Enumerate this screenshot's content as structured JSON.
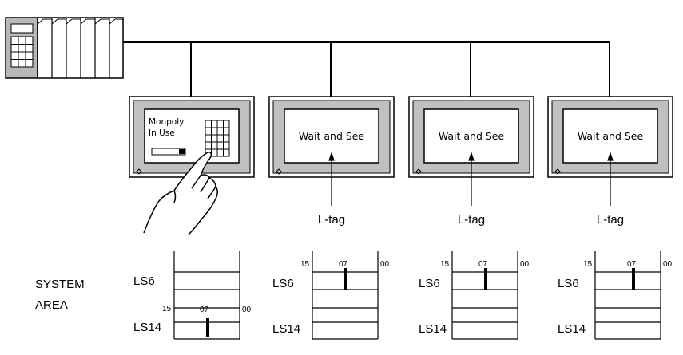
{
  "plc": {
    "icon": "plc-rack-icon"
  },
  "panels": [
    {
      "screen_line1": "Monpoly",
      "screen_line2": "In Use",
      "icon": "keypad-icon"
    },
    {
      "screen_text": "Wait and See",
      "tag_label": "L-tag"
    },
    {
      "screen_text": "Wait and See",
      "tag_label": "L-tag"
    },
    {
      "screen_text": "Wait and See",
      "tag_label": "L-tag"
    }
  ],
  "hand": {
    "icon": "pointing-hand-icon"
  },
  "system_area": {
    "line1": "SYSTEM",
    "line2": "AREA"
  },
  "registers": {
    "ls6": "LS6",
    "ls14": "LS14",
    "bit_high": "15",
    "bit_mid": "07",
    "bit_low": "00"
  },
  "colors": {
    "panel_frame": "#c0c0c0",
    "line": "#000000",
    "background": "#ffffff"
  }
}
